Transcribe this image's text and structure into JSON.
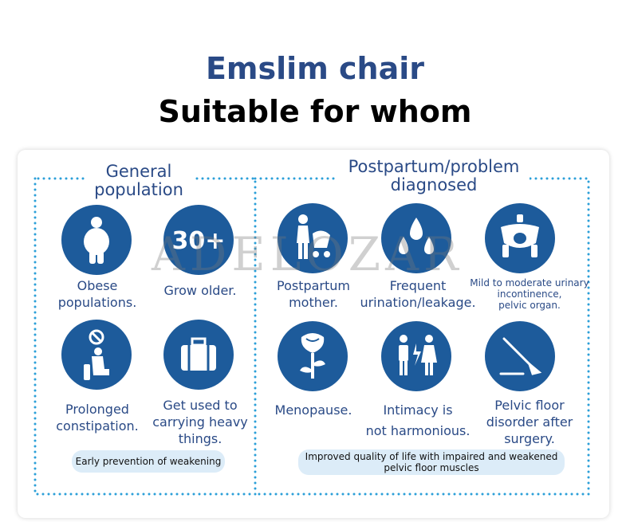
{
  "header": {
    "title": "Emslim chair",
    "subtitle": "Suitable for whom"
  },
  "colors": {
    "title_blue": "#2a4a86",
    "icon_blue": "#1d5b9b",
    "dot_blue": "#2b9fd8",
    "pill_bg": "#dcecf8"
  },
  "general": {
    "title_line1": "General",
    "title_line2": "population",
    "items": [
      {
        "icon": "obese-person-icon",
        "line1": "Obese",
        "line2": "populations."
      },
      {
        "icon": "age-30-plus-icon",
        "icon_text": "30+",
        "line1": "Grow older."
      },
      {
        "icon": "constipation-icon",
        "line1": "Prolonged",
        "line2": "constipation."
      },
      {
        "icon": "suitcase-icon",
        "line1": "Get used to",
        "line2": "carrying heavy",
        "line3": "things."
      }
    ],
    "pill": "Early prevention of weakening"
  },
  "postpartum": {
    "title_line1": "Postpartum/problem",
    "title_line2": "diagnosed",
    "items": [
      {
        "icon": "mother-stroller-icon",
        "line1": "Postpartum",
        "line2": "mother."
      },
      {
        "icon": "droplets-icon",
        "line1": "Frequent",
        "line2": "urination/leakage."
      },
      {
        "icon": "pelvis-icon",
        "line1": "Mild to moderate urinary",
        "line2": "incontinence,",
        "line3": "pelvic organ."
      },
      {
        "icon": "rose-icon",
        "line1": "Menopause."
      },
      {
        "icon": "couple-icon",
        "line1": "Intimacy is",
        "line2": "not harmonious."
      },
      {
        "icon": "scalpel-icon",
        "line1": "Pelvic floor",
        "line2": "disorder after",
        "line3": "surgery."
      }
    ],
    "pill_line1": "Improved quality of life with impaired and weakened",
    "pill_line2": "pelvic floor muscles"
  },
  "watermark": "ADELOZAR"
}
